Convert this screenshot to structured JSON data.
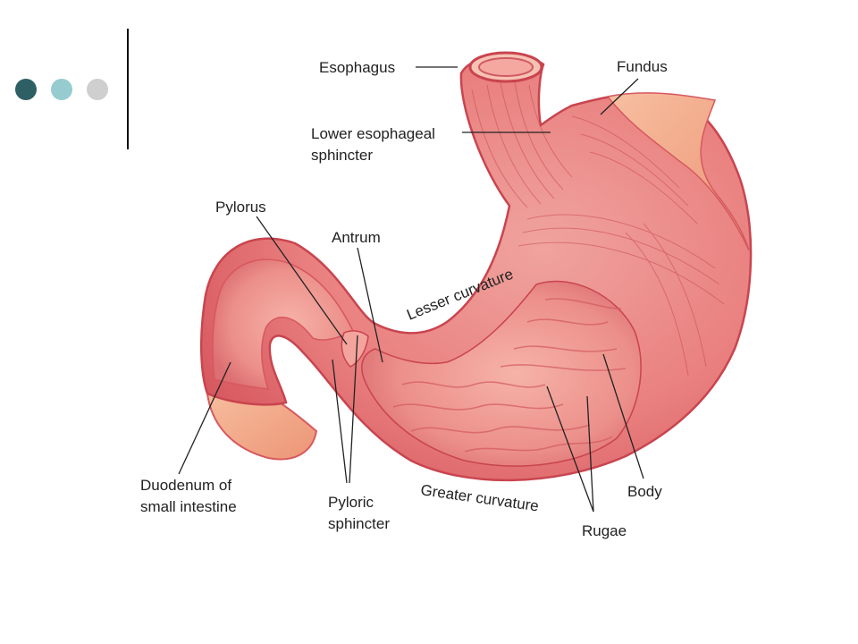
{
  "colors": {
    "dot_1": "#2e5f64",
    "dot_2": "#96ccd0",
    "dot_3": "#cfcfcf",
    "accent_line": "#111111",
    "tissue_dark": "#c9444f",
    "tissue_mid": "#e8707a",
    "tissue_light": "#f39b94",
    "mucosa": "#e98a86",
    "peach": "#f2a987"
  },
  "diagram": {
    "labels": {
      "esophagus": "Esophagus",
      "fundus": "Fundus",
      "les_line1": "Lower esophageal",
      "les_line2": "sphincter",
      "pylorus": "Pylorus",
      "antrum": "Antrum",
      "lesser_curvature": "Lesser curvature",
      "duodenum_line1": "Duodenum of",
      "duodenum_line2": "small intestine",
      "pyloric_line1": "Pyloric",
      "pyloric_line2": "sphincter",
      "greater_curvature": "Greater curvature",
      "body": "Body",
      "rugae": "Rugae"
    }
  }
}
